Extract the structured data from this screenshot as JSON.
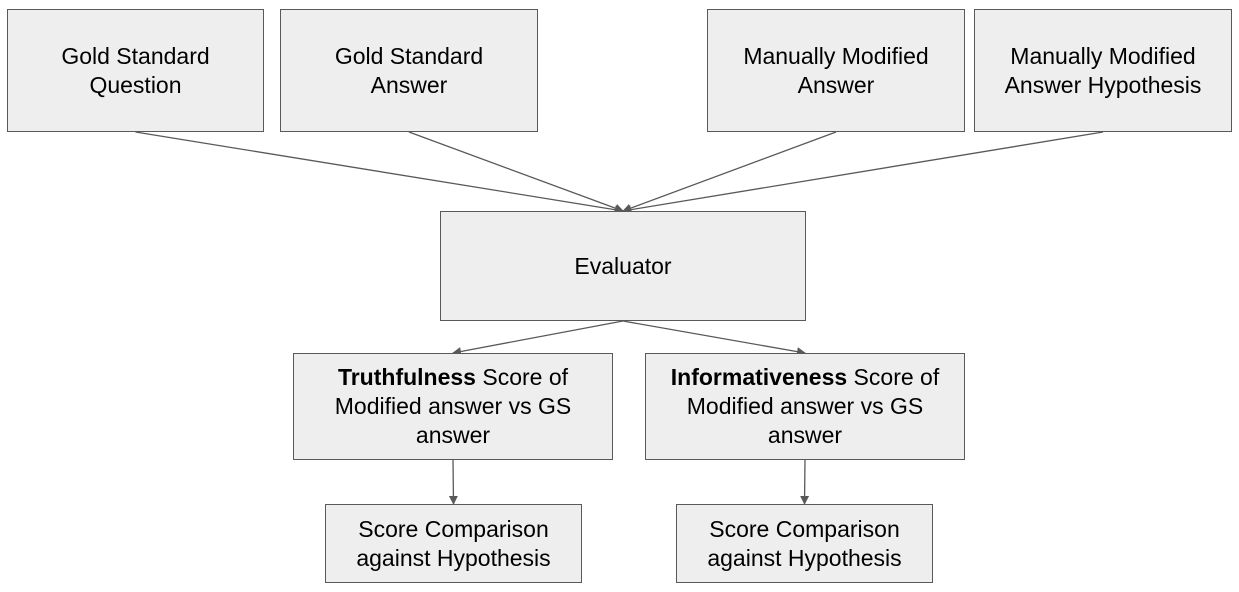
{
  "diagram": {
    "colors": {
      "box_fill": "#eeeeee",
      "box_border": "#595959",
      "edge": "#595959",
      "text": "#000000"
    },
    "nodes": {
      "gold_question": {
        "lines": [
          "Gold Standard",
          "Question"
        ]
      },
      "gold_answer": {
        "lines": [
          "Gold Standard",
          "Answer"
        ]
      },
      "modified_answer": {
        "lines": [
          "Manually Modified",
          "Answer"
        ]
      },
      "modified_hypothesis": {
        "lines": [
          "Manually Modified",
          "Answer Hypothesis"
        ]
      },
      "evaluator": {
        "label": "Evaluator"
      },
      "truthfulness": {
        "bold": "Truthfulness",
        "rest": " Score of",
        "line2": "Modified answer vs GS",
        "line3": "answer"
      },
      "informativeness": {
        "bold": "Informativeness",
        "rest": " Score of",
        "line2": "Modified answer vs GS",
        "line3": "answer"
      },
      "comparison_left": {
        "lines": [
          "Score Comparison",
          "against Hypothesis"
        ]
      },
      "comparison_right": {
        "lines": [
          "Score Comparison",
          "against Hypothesis"
        ]
      }
    },
    "edges": [
      {
        "from": "gold_question",
        "to": "evaluator"
      },
      {
        "from": "gold_answer",
        "to": "evaluator"
      },
      {
        "from": "modified_answer",
        "to": "evaluator"
      },
      {
        "from": "modified_hypothesis",
        "to": "evaluator"
      },
      {
        "from": "evaluator",
        "to": "truthfulness"
      },
      {
        "from": "evaluator",
        "to": "informativeness"
      },
      {
        "from": "truthfulness",
        "to": "comparison_left"
      },
      {
        "from": "informativeness",
        "to": "comparison_right"
      }
    ]
  }
}
